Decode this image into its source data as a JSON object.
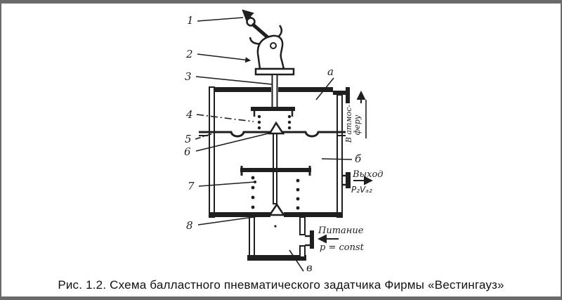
{
  "caption": "Рис. 1.2. Схема балластного пневматического задатчика Фирмы «Вестингауз»",
  "callouts": {
    "c1": "1",
    "c2": "2",
    "c3": "3",
    "c4": "4",
    "c5": "5",
    "c6": "6",
    "c7": "7",
    "c8": "8",
    "zone_a": "а",
    "zone_b": "б",
    "zone_v": "в"
  },
  "ports": {
    "atmosphere_line1": "В атмос-",
    "atmosphere_line2": "феру",
    "output_title": "Выход",
    "output_value": "P₂Vₐ₂",
    "supply_title": "Питание",
    "supply_value": "p = const"
  },
  "colors": {
    "ink": "#1f1f1f",
    "paper": "#ffffff",
    "frame": "#6a6a6a"
  }
}
